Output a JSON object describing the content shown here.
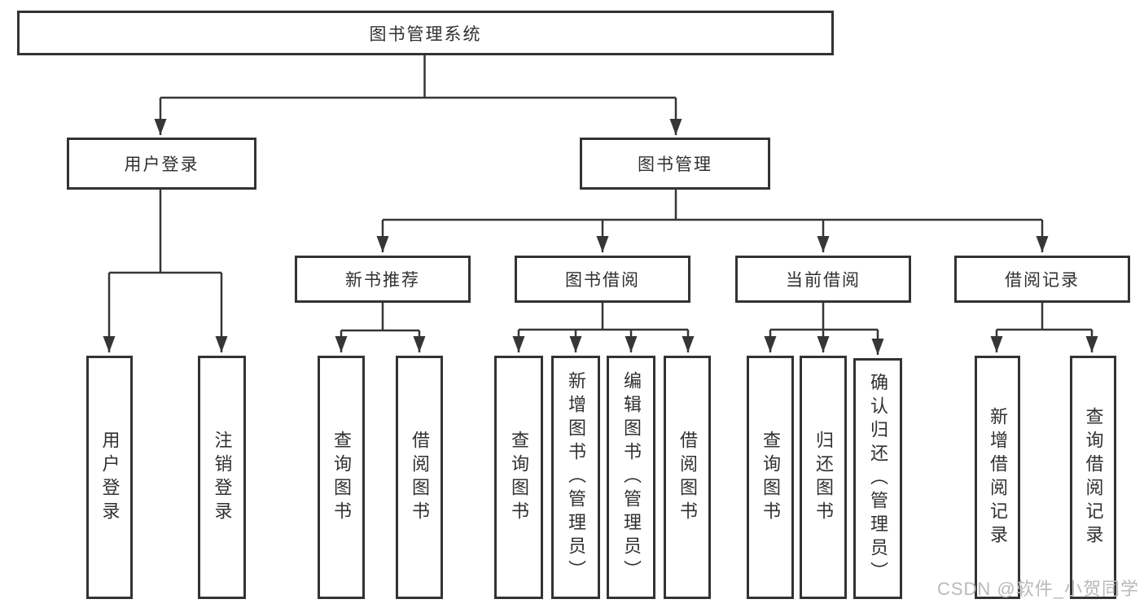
{
  "diagram": {
    "root": {
      "label": "图书管理系统"
    },
    "level2": {
      "user_login": {
        "label": "用户登录"
      },
      "book_mgmt": {
        "label": "图书管理"
      }
    },
    "level3": {
      "new_book": {
        "label": "新书推荐"
      },
      "book_borrow": {
        "label": "图书借阅"
      },
      "current_borrow": {
        "label": "当前借阅"
      },
      "borrow_record": {
        "label": "借阅记录"
      }
    },
    "leaves": {
      "user_login": [
        "用户登录",
        "注销登录"
      ],
      "new_book": [
        "查询图书",
        "借阅图书"
      ],
      "book_borrow": [
        "查询图书",
        "新增图书（管理员）",
        "编辑图书（管理员）",
        "借阅图书"
      ],
      "current_borrow": [
        "查询图书",
        "归还图书",
        "确认归还（管理员）"
      ],
      "borrow_record": [
        "新增借阅记录",
        "查询借阅记录"
      ]
    }
  },
  "watermark": "CSDN @软件_小贺同学",
  "colors": {
    "line": "#363636",
    "box_border": "#333333",
    "text": "#303030",
    "watermark": "#b9b9b9"
  }
}
